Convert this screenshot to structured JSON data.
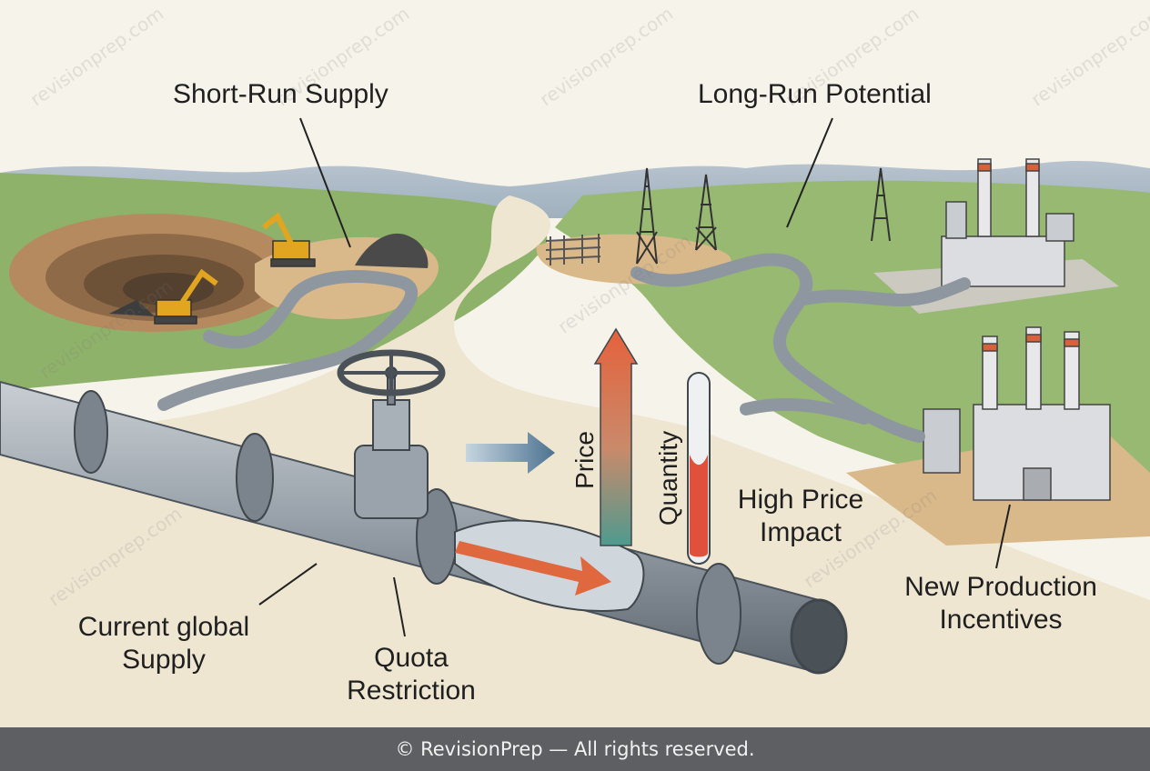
{
  "labels": {
    "short_run_supply": "Short-Run Supply",
    "long_run_potential": "Long-Run Potential",
    "price": "Price",
    "quantity": "Quantity",
    "high_price_impact_line1": "High Price",
    "high_price_impact_line2": "Impact",
    "new_production_line1": "New Production",
    "new_production_line2": "Incentives",
    "current_supply_line1": "Current global",
    "current_supply_line2": "Supply",
    "quota_line1": "Quota",
    "quota_line2": "Restriction"
  },
  "watermark": "revisionprep.com",
  "footer": {
    "text": "© RevisionPrep — All rights reserved."
  },
  "colors": {
    "pipe": "#8e979f",
    "price_arrow_top": "#e5613b",
    "price_arrow_bottom": "#4f9a8f",
    "flow_arrow": "#e0683e",
    "grass": "#8fb26a",
    "dirt": "#d9b98a",
    "footer_bg": "#5d5f63"
  }
}
